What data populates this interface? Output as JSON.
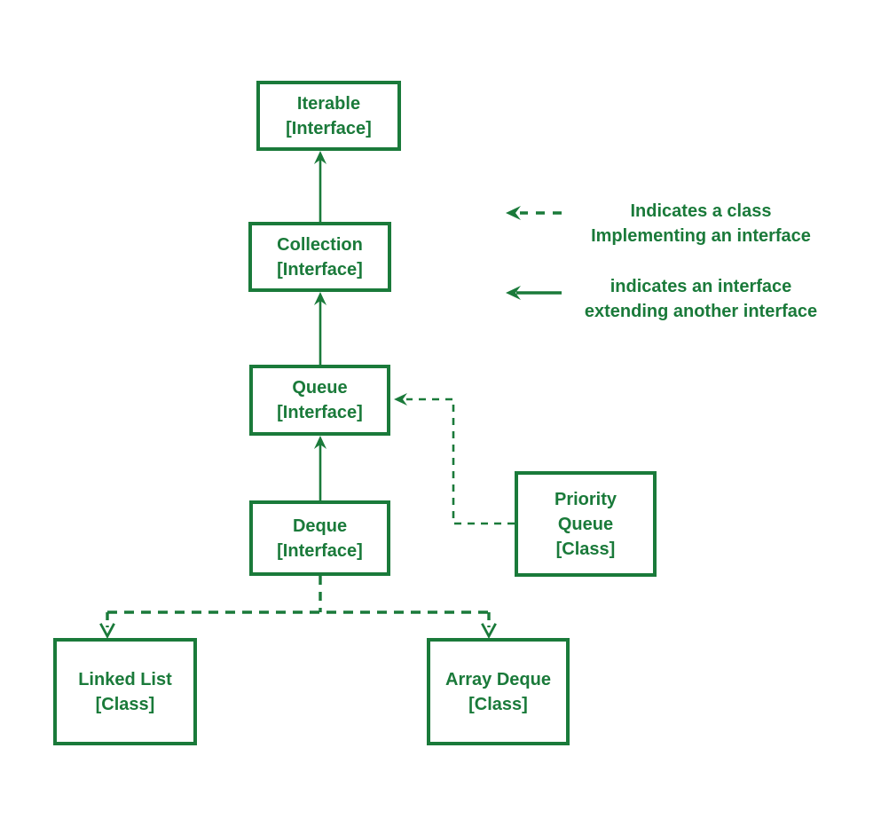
{
  "colors": {
    "accent": "#1A7A3A",
    "background": "#FFFFFF"
  },
  "nodes": {
    "iterable": {
      "lines": [
        "Iterable",
        "[Interface]"
      ]
    },
    "collection": {
      "lines": [
        "Collection",
        "[Interface]"
      ]
    },
    "queue": {
      "lines": [
        "Queue",
        "[Interface]"
      ]
    },
    "deque": {
      "lines": [
        "Deque",
        "[Interface]"
      ]
    },
    "priority_queue": {
      "lines": [
        "Priority",
        "Queue",
        "[Class]"
      ]
    },
    "linked_list": {
      "lines": [
        "Linked List",
        "[Class]"
      ]
    },
    "array_deque": {
      "lines": [
        "Array Deque",
        "[Class]"
      ]
    }
  },
  "edges": [
    {
      "from": "collection",
      "to": "iterable",
      "type": "extends",
      "style": "solid-arrow"
    },
    {
      "from": "queue",
      "to": "collection",
      "type": "extends",
      "style": "solid-arrow"
    },
    {
      "from": "deque",
      "to": "queue",
      "type": "extends",
      "style": "solid-arrow"
    },
    {
      "from": "priority_queue",
      "to": "queue",
      "type": "implements",
      "style": "dashed-arrow"
    },
    {
      "from": "deque",
      "to": "linked_list",
      "type": "implemented-by",
      "style": "dashed-arrow"
    },
    {
      "from": "deque",
      "to": "array_deque",
      "type": "implemented-by",
      "style": "dashed-arrow"
    }
  ],
  "legend": {
    "implements": {
      "icon": "dashed-arrow-icon",
      "lines": [
        "Indicates a class",
        "Implementing an interface"
      ]
    },
    "extends": {
      "icon": "solid-arrow-icon",
      "lines": [
        "indicates an interface",
        "extending another interface"
      ]
    }
  }
}
